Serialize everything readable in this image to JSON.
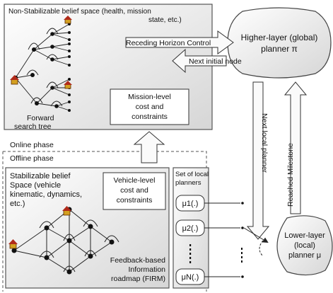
{
  "top_box": {
    "title": "Non-Stabilizable belief space (health, mission state, etc.)",
    "tree_label": "Forward search tree",
    "mission_cost": "Mission-level cost and constraints"
  },
  "arrows": {
    "receding": "Receding Horizon Control",
    "next_initial": "Next initial node",
    "next_local": "Next local planner",
    "reached": "Reached Milestone"
  },
  "higher_planner": {
    "label": "Higher-layer (global) planner π"
  },
  "lower_planner": {
    "label": "Lower-layer (local) planner μ"
  },
  "phases": {
    "online": "Online phase",
    "offline": "Offline phase"
  },
  "bottom_box": {
    "title": "Stabilizable belief Space (vehicle kinematic, dynamics, etc.)",
    "vehicle_cost": "Vehicle-level cost and constraints",
    "firm_label": "Feedback-based Information roadmap (FIRM)"
  },
  "local_set": {
    "title": "Set of local planners",
    "items": [
      "μ1(.)",
      "μ2(.)",
      "μN(.)"
    ]
  }
}
